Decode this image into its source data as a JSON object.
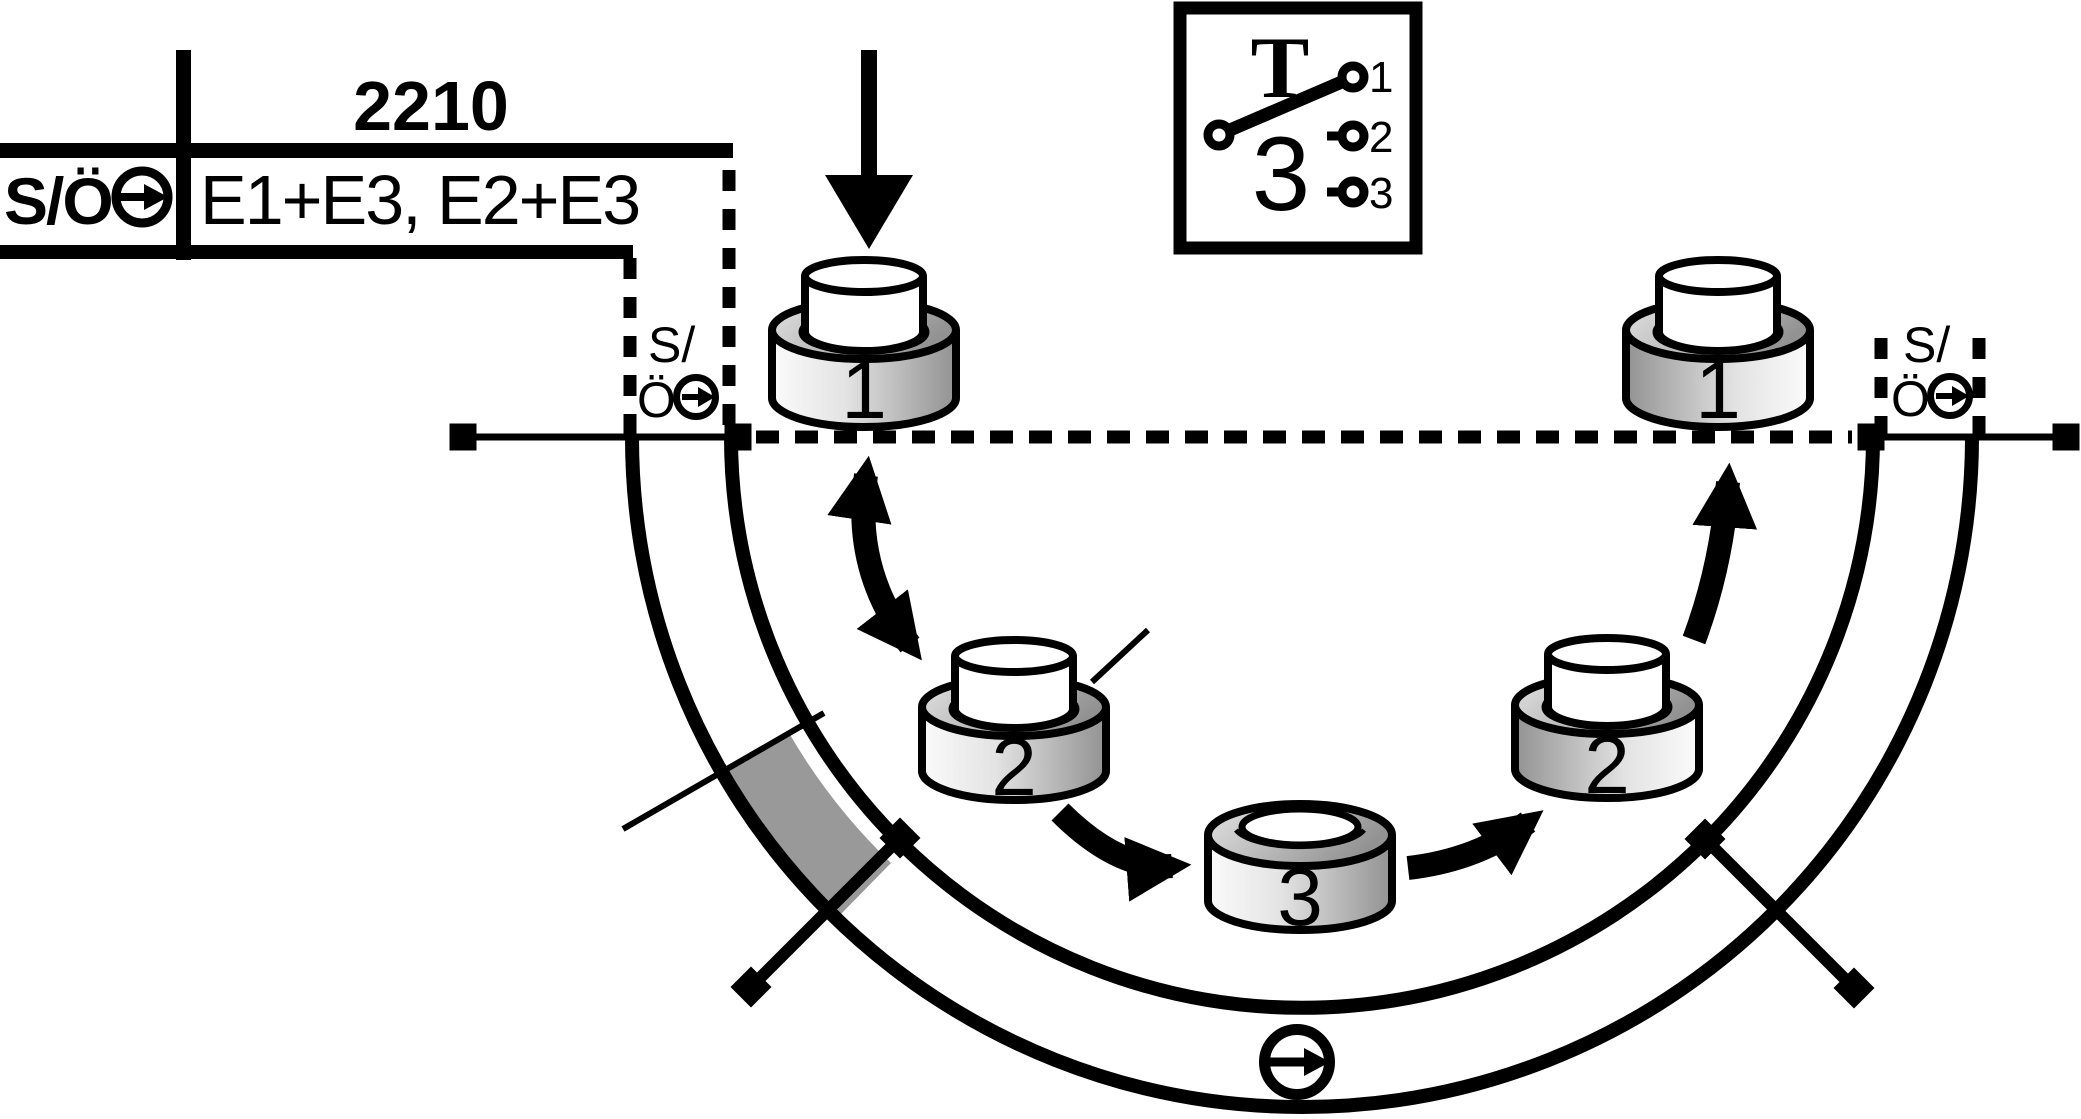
{
  "title_block": {
    "model_number": "2210",
    "mode_label": "S/Ö",
    "mode_value": "E1+E3, E2+E3"
  },
  "switch_symbol": {
    "letter": "T",
    "position_count": "3",
    "contact_labels": [
      "1",
      "2",
      "3"
    ]
  },
  "rotary_path": {
    "entry_marker": {
      "line1": "S/",
      "line2": "Ö"
    },
    "exit_marker": {
      "line1": "S/",
      "line2": "Ö"
    },
    "stations": [
      {
        "label": "1",
        "state": "raised"
      },
      {
        "label": "2",
        "state": "raised"
      },
      {
        "label": "3",
        "state": "pressed"
      },
      {
        "label": "2",
        "state": "raised"
      },
      {
        "label": "1",
        "state": "raised"
      }
    ]
  },
  "colors": {
    "ink": "#000000",
    "sector_gray": "#999999",
    "cylinder_light": "#fbfbfb",
    "cylinder_mid": "#e3e3e3",
    "cylinder_dark": "#929292",
    "paper": "#ffffff"
  }
}
